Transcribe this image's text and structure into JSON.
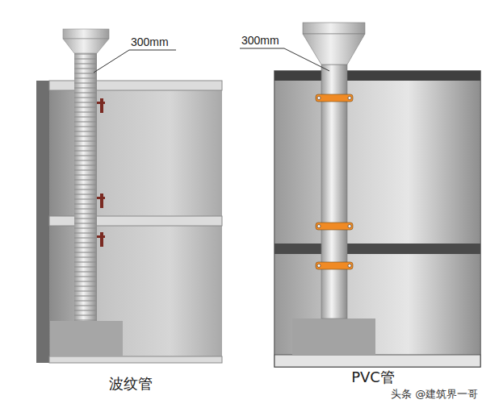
{
  "diagram": {
    "labels": [
      "300mm",
      "300mm",
      "波纹管",
      "PVC管",
      "头条 @建筑界一哥"
    ]
  }
}
